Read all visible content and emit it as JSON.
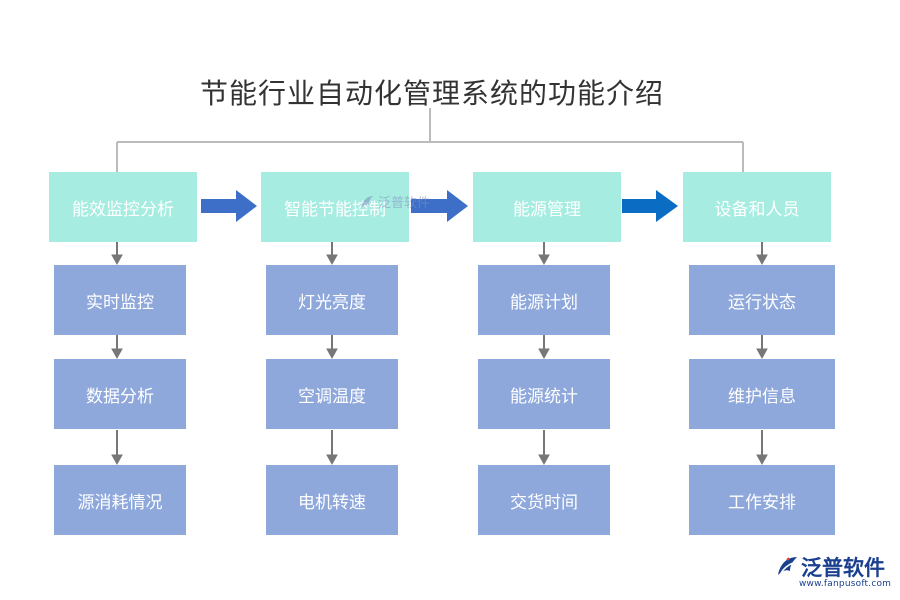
{
  "title": "节能行业自动化管理系统的功能介绍",
  "categories": [
    {
      "label": "能效监控分析",
      "items": [
        "实时监控",
        "数据分析",
        "源消耗情况"
      ]
    },
    {
      "label": "智能节能控制",
      "items": [
        "灯光亮度",
        "空调温度",
        "电机转速"
      ]
    },
    {
      "label": "能源管理",
      "items": [
        "能源计划",
        "能源统计",
        "交货时间"
      ]
    },
    {
      "label": "设备和人员",
      "items": [
        "运行状态",
        "维护信息",
        "工作安排"
      ]
    }
  ],
  "watermark": {
    "text": "泛普软件",
    "icon": "fanpu-logo-icon"
  },
  "brand": {
    "name": "泛普软件",
    "url": "www.fanpusoft.com",
    "icon": "fanpu-logo-icon"
  },
  "colors": {
    "category_box": "#a6ece0",
    "sub_box": "#8fa8dc",
    "arrow_blue": "#3d6fc8",
    "connector": "#bbbbbb",
    "down_arrow": "#777777"
  }
}
